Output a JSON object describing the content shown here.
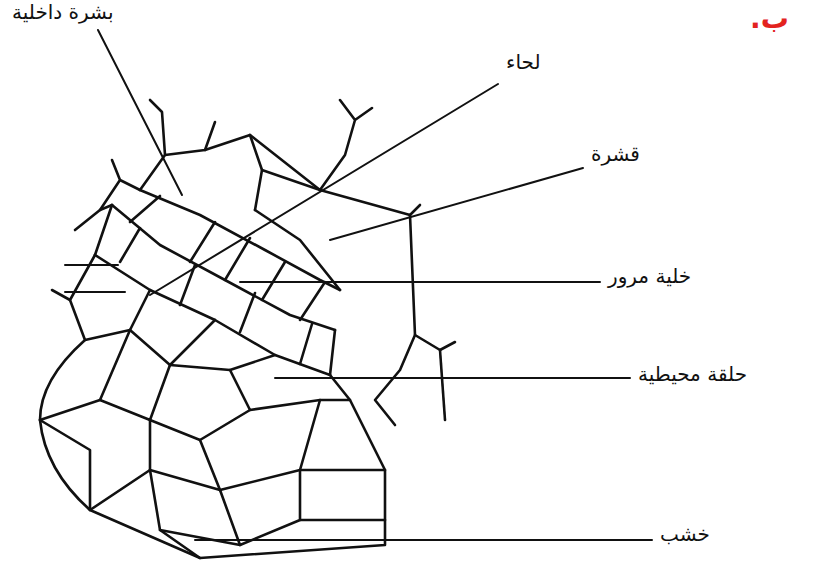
{
  "diagram": {
    "labels": [
      "ب.",
      "بشرة داخلية",
      "لحاء",
      "قشرة",
      "خلية مرور",
      "حلقة محيطية",
      "خشب"
    ]
  }
}
